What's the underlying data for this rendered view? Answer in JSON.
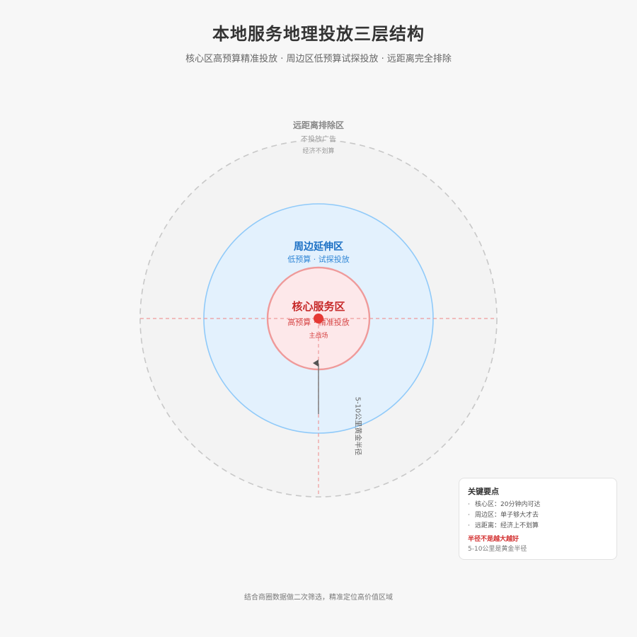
{
  "header": {
    "title": "本地服务地理投放三层结构",
    "subtitle": "核心区高预算精准投放 · 周边区低预算试探投放 · 远距离完全排除"
  },
  "zones": {
    "outer": {
      "title": "远距离排除区",
      "line1": "不投放广告",
      "line2": "经济不划算",
      "fill": "#f3f3f3",
      "stroke": "#c8c8c8"
    },
    "middle": {
      "title": "周边延伸区",
      "line1": "低预算 · 试探投放",
      "fill": "#e3f1fd",
      "stroke": "#90caf9"
    },
    "core": {
      "title": "核心服务区",
      "line1": "高预算 · 精准投放",
      "line2": "主战场",
      "fill": "#fde8ea",
      "stroke": "#ef9a9a",
      "center_dot": "#e53935"
    }
  },
  "radius_annotation": {
    "label": "5-10公里黄金半径"
  },
  "info_box": {
    "title": "关键要点",
    "items": [
      "核心区：20分钟内可达",
      "周边区：单子够大才去",
      "远距离：经济上不划算"
    ],
    "bullet": "·",
    "warning": "半径不是越大越好",
    "note": "5-10公里是黄金半径"
  },
  "footer": {
    "text": "结合商圈数据做二次筛选，精准定位高价值区域"
  }
}
